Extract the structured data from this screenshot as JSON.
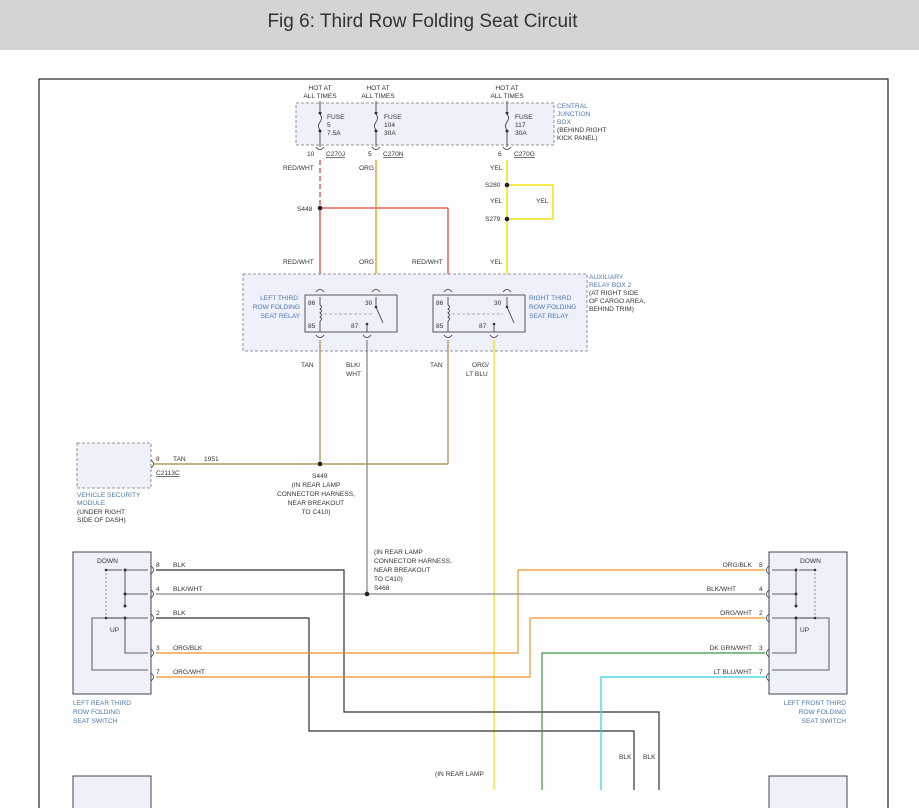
{
  "page": {
    "title": "Fig 6: Third Row Folding Seat Circuit"
  },
  "diagram": {
    "fuses": [
      {
        "hot": [
          "HOT AT",
          "ALL TIMES"
        ],
        "label": [
          "FUSE",
          "5",
          "7.5A"
        ],
        "pin": "10",
        "connector": "C270J"
      },
      {
        "hot": [
          "HOT AT",
          "ALL TIMES"
        ],
        "label": [
          "FUSE",
          "104",
          "30A"
        ],
        "pin": "5",
        "connector": "C270N"
      },
      {
        "hot": [
          "HOT AT",
          "ALL TIMES"
        ],
        "label": [
          "FUSE",
          "117",
          "30A"
        ],
        "pin": "6",
        "connector": "C270G"
      }
    ],
    "cjb": {
      "title": [
        "CENTRAL",
        "JUNCTION",
        "BOX"
      ],
      "note": [
        "(BEHIND RIGHT",
        "KICK PANEL)"
      ]
    },
    "wires": {
      "red_wht": "RED/WHT",
      "org": "ORG",
      "yel": "YEL",
      "tan": "TAN",
      "blk_wht": [
        "BLK/",
        "WHT"
      ],
      "org_lt_blu": [
        "ORG/",
        "LT BLU"
      ],
      "blk": "BLK",
      "blk_wht_h": "BLK/WHT",
      "org_blk": "ORG/BLK",
      "org_wht": "ORG/WHT",
      "dk_grn_wht": "DK GRN/WHT",
      "lt_blu_wht": "LT BLU/WHT",
      "circuit_1951": "1951"
    },
    "splices": {
      "s448": "S448",
      "s280": "S280",
      "s279": "S279",
      "s449": "S449",
      "s468": "S468"
    },
    "relay_box": {
      "title": [
        "AUXILIARY",
        "RELAY BOX 2"
      ],
      "note": [
        "(AT RIGHT SIDE",
        "OF CARGO AREA,",
        "BEHIND TRIM)"
      ],
      "left_relay": [
        "LEFT THIRD",
        "ROW FOLDING",
        "SEAT RELAY"
      ],
      "right_relay": [
        "RIGHT THIRD",
        "ROW FOLDING",
        "SEAT RELAY"
      ],
      "pins": {
        "p86": "86",
        "p85": "85",
        "p30": "30",
        "p87": "87"
      }
    },
    "vsm": {
      "pin": "8",
      "connector": "C2113C",
      "title": [
        "VEHICLE SECURITY",
        "MODULE"
      ],
      "note": [
        "(UNDER RIGHT",
        "SIDE OF DASH)"
      ]
    },
    "s449_note": [
      "(IN REAR LAMP",
      "CONNECTOR HARNESS,",
      "NEAR BREAKOUT",
      "TO C410)"
    ],
    "s468_note": [
      "(IN REAR LAMP",
      "CONNECTOR HARNESS,",
      "NEAR BREAKOUT",
      "TO C410)"
    ],
    "bottom_note": "(IN REAR LAMP",
    "left_switch": {
      "down": "DOWN",
      "up": "UP",
      "pins": [
        "8",
        "4",
        "2",
        "3",
        "7"
      ],
      "title": [
        "LEFT REAR THIRD",
        "ROW FOLDING",
        "SEAT SWITCH"
      ]
    },
    "right_switch": {
      "down": "DOWN",
      "up": "UP",
      "pins": [
        "8",
        "4",
        "2",
        "3",
        "7"
      ],
      "title": [
        "LEFT FRONT THIRD",
        "ROW FOLDING",
        "SEAT SWITCH"
      ]
    },
    "colors": {
      "red": "#e8453c",
      "orange": "#f0922a",
      "yellow": "#f2e410",
      "tan": "#b89a5a",
      "dark": "#333333",
      "gray": "#8a8a8a",
      "green": "#3a9a3a",
      "cyan": "#2ad4e0",
      "blue_text": "#4a78b5",
      "box_fill": "#eef0fa"
    }
  }
}
